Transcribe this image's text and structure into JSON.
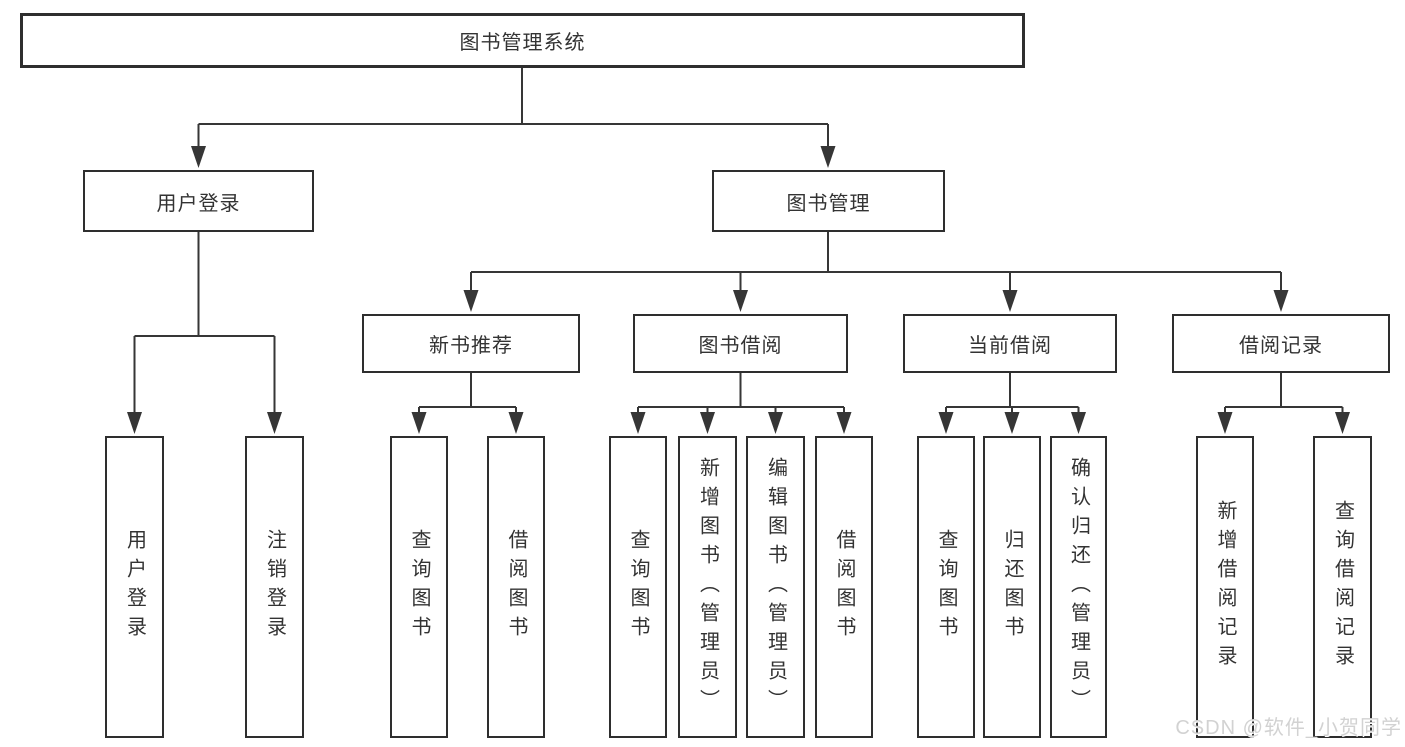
{
  "diagram": {
    "title": "图书管理系统",
    "branches": [
      {
        "label": "用户登录",
        "children": [
          {
            "label": "用户登录"
          },
          {
            "label": "注销登录"
          }
        ]
      },
      {
        "label": "图书管理",
        "children": [
          {
            "label": "新书推荐",
            "children": [
              {
                "label": "查询图书"
              },
              {
                "label": "借阅图书"
              }
            ]
          },
          {
            "label": "图书借阅",
            "children": [
              {
                "label": "查询图书"
              },
              {
                "label": "新增图书（管理员）"
              },
              {
                "label": "编辑图书（管理员）"
              },
              {
                "label": "借阅图书"
              }
            ]
          },
          {
            "label": "当前借阅",
            "children": [
              {
                "label": "查询图书"
              },
              {
                "label": "归还图书"
              },
              {
                "label": "确认归还（管理员）"
              }
            ]
          },
          {
            "label": "借阅记录",
            "children": [
              {
                "label": "新增借阅记录"
              },
              {
                "label": "查询借阅记录"
              }
            ]
          }
        ]
      }
    ]
  },
  "watermark": {
    "text": "CSDN @软件_小贺同学",
    "color": "#d2d2d2"
  },
  "colors": {
    "line": "#363636",
    "box_border": "#2e2e2e",
    "text": "#333333",
    "background": "#ffffff"
  }
}
